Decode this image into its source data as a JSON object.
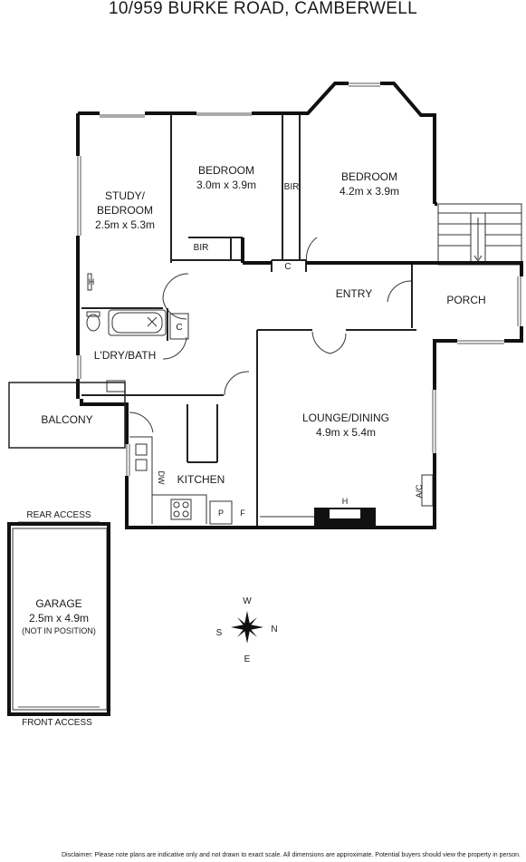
{
  "title": "10/959 BURKE ROAD, CAMBERWELL",
  "rooms": {
    "study": {
      "name_line1": "STUDY/",
      "name_line2": "BEDROOM",
      "dims": "2.5m x 5.3m"
    },
    "bedroom1": {
      "name": "BEDROOM",
      "dims": "3.0m x 3.9m"
    },
    "bedroom2": {
      "name": "BEDROOM",
      "dims": "4.2m x 3.9m"
    },
    "entry": {
      "name": "ENTRY"
    },
    "porch": {
      "name": "PORCH"
    },
    "laundry_bath": {
      "name": "L'DRY/BATH"
    },
    "balcony": {
      "name": "BALCONY"
    },
    "kitchen": {
      "name": "KITCHEN"
    },
    "lounge": {
      "name": "LOUNGE/DINING",
      "dims": "4.9m x 5.4m"
    },
    "garage": {
      "name": "GARAGE",
      "dims": "2.5m x 4.9m",
      "note": "(NOT IN POSITION)"
    }
  },
  "fixtures": {
    "bir_bedroom1": "BIR",
    "bir_vertical": "BIR",
    "cupboard_entry": "C",
    "cupboard_bath": "C",
    "heater_study": "H",
    "heater_lounge": "H",
    "dishwasher": "DW",
    "pantry": "P",
    "fridge": "F",
    "aircon": "A/C"
  },
  "access": {
    "rear": "REAR ACCESS",
    "front": "FRONT ACCESS"
  },
  "compass": {
    "west": "W",
    "north": "N",
    "east": "E",
    "south": "S"
  },
  "disclaimer": "Disclaimer: Please note plans are indicative only and not drawn to exact scale. All dimensions are approximate. Potential buyers should view the property in person."
}
